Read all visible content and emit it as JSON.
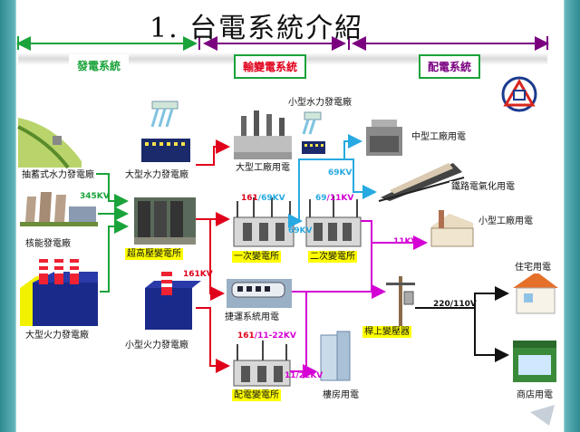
{
  "title": "1. 台電系統介紹",
  "sections": {
    "generation": "發電系統",
    "transmission": "輸變電系統",
    "distribution": "配電系統"
  },
  "colors": {
    "generation": "#1aa33a",
    "transmission": "#e0001b",
    "distribution": "#7a0080",
    "hydro_blue": "#27a9e1",
    "magenta": "#d400d4"
  },
  "labels": {
    "pumped_hydro": "抽蓄式水力發電廠",
    "large_hydro": "大型水力發電廠",
    "nuclear": "核能發電廠",
    "ultra_high_substation": "超高壓變電所",
    "large_thermal": "大型火力發電廠",
    "small_thermal": "小型火力發電廠",
    "small_hydro": "小型水力發電廠",
    "large_factory": "大型工廠用電",
    "medium_factory": "中型工廠用電",
    "railway": "鐵路電氣化用電",
    "primary_substation": "一次變電所",
    "secondary_substation": "二次變電所",
    "small_factory": "小型工廠用電",
    "mrt": "捷運系統用電",
    "pole_transformer": "桿上變壓器",
    "residential": "住宅用電",
    "distribution_substation": "配電變電所",
    "building": "樓房用電",
    "shop": "商店用電"
  },
  "voltages": {
    "v345": "345KV",
    "v161_69_a": "161",
    "v161_69_b": "/69KV",
    "v69_11_a": "69",
    "v69_11_b": "/11KV",
    "v69_top": "69KV",
    "v69_mid": "69KV",
    "v11": "11KV",
    "v161": "161KV",
    "v220_110": "220/110V",
    "v161_1122_a": "161",
    "v161_1122_b": "/11-22KV",
    "v11_22": "11/22KV"
  }
}
